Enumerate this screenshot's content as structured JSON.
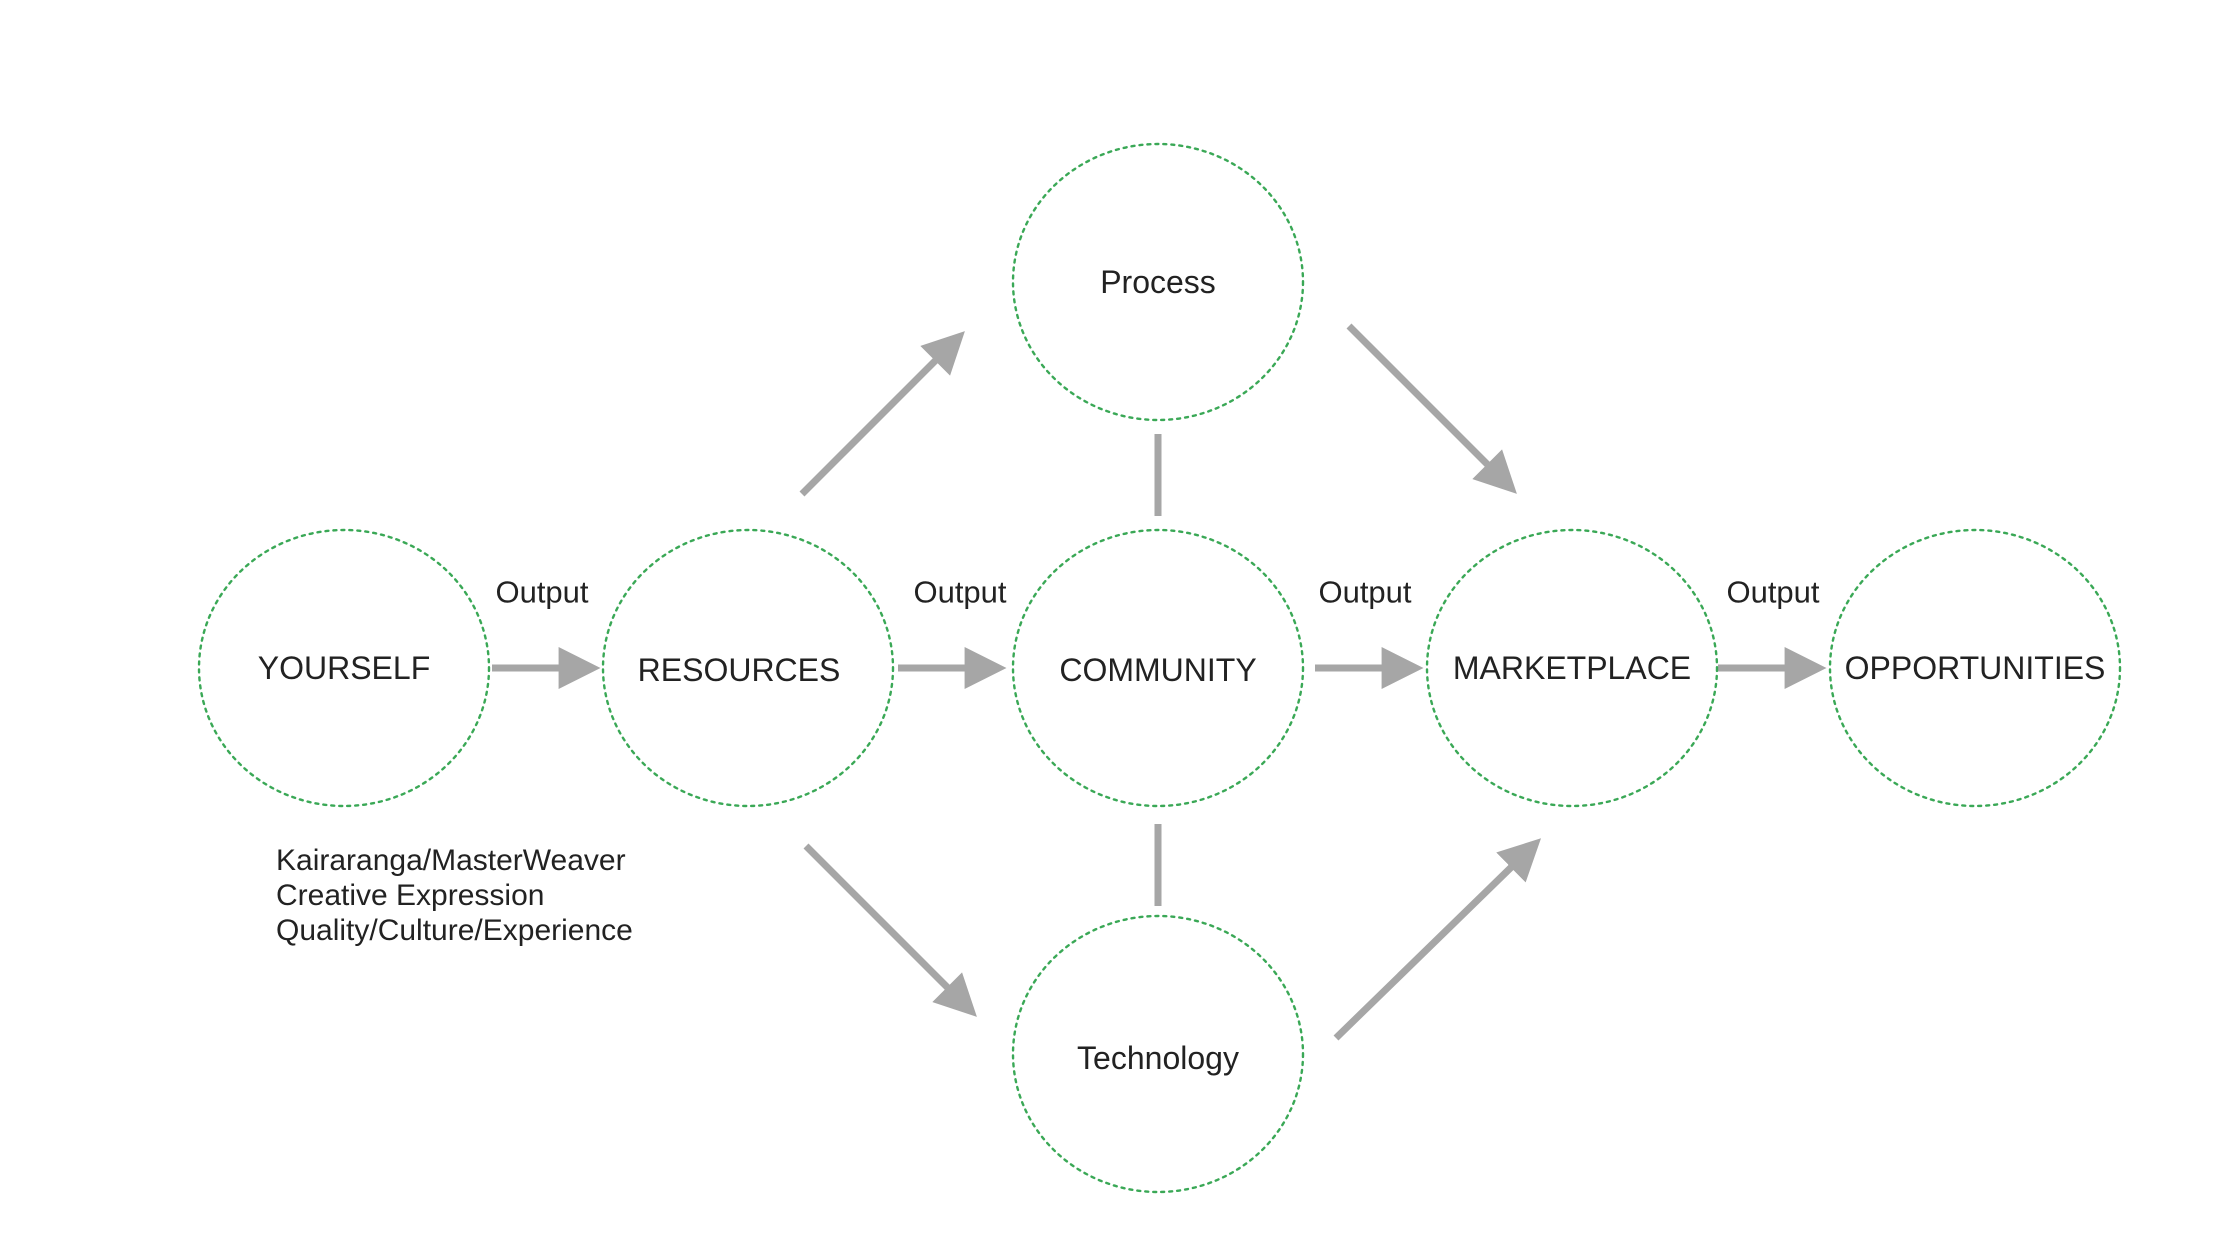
{
  "colors": {
    "circle_stroke": "#3aa856",
    "arrow": "#a6a6a6",
    "text": "#222222",
    "background": "#ffffff"
  },
  "nodes": {
    "yourself": "YOURSELF",
    "resources": "RESOURCES",
    "community": "COMMUNITY",
    "marketplace": "MARKETPLACE",
    "opportunities": "OPPORTUNITIES",
    "process": "Process",
    "technology": "Technology"
  },
  "edge_labels": {
    "yourself_resources": "Output",
    "resources_community": "Output",
    "community_marketplace": "Output",
    "marketplace_opportunities": "Output"
  },
  "note_lines": [
    "Kairaranga/MasterWeaver",
    "Creative Expression",
    "Quality/Culture/Experience"
  ]
}
